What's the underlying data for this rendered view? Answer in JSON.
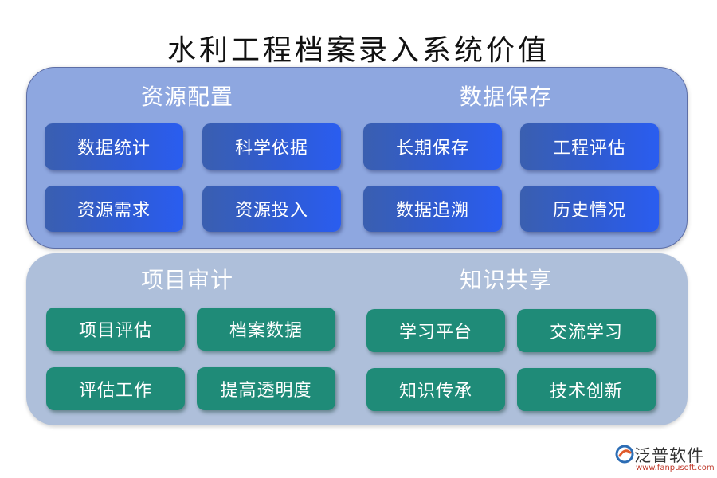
{
  "title": "水利工程档案录入系统价值",
  "sections": [
    {
      "title": "资源配置",
      "items": [
        "数据统计",
        "科学依据",
        "资源需求",
        "资源投入"
      ]
    },
    {
      "title": "数据保存",
      "items": [
        "长期保存",
        "工程评估",
        "数据追溯",
        "历史情况"
      ]
    },
    {
      "title": "项目审计",
      "items": [
        "项目评估",
        "档案数据",
        "评估工作",
        "提高透明度"
      ]
    },
    {
      "title": "知识共享",
      "items": [
        "学习平台",
        "交流学习",
        "知识传承",
        "技术创新"
      ]
    }
  ],
  "logo": {
    "name": "泛普软件",
    "url": "www.fanpusoft.com"
  },
  "colors": {
    "top_panel": "#8ea7e0",
    "bottom_panel": "#aebfda",
    "blue_box": "#2f5bd2",
    "teal_box": "#1f8b78"
  }
}
